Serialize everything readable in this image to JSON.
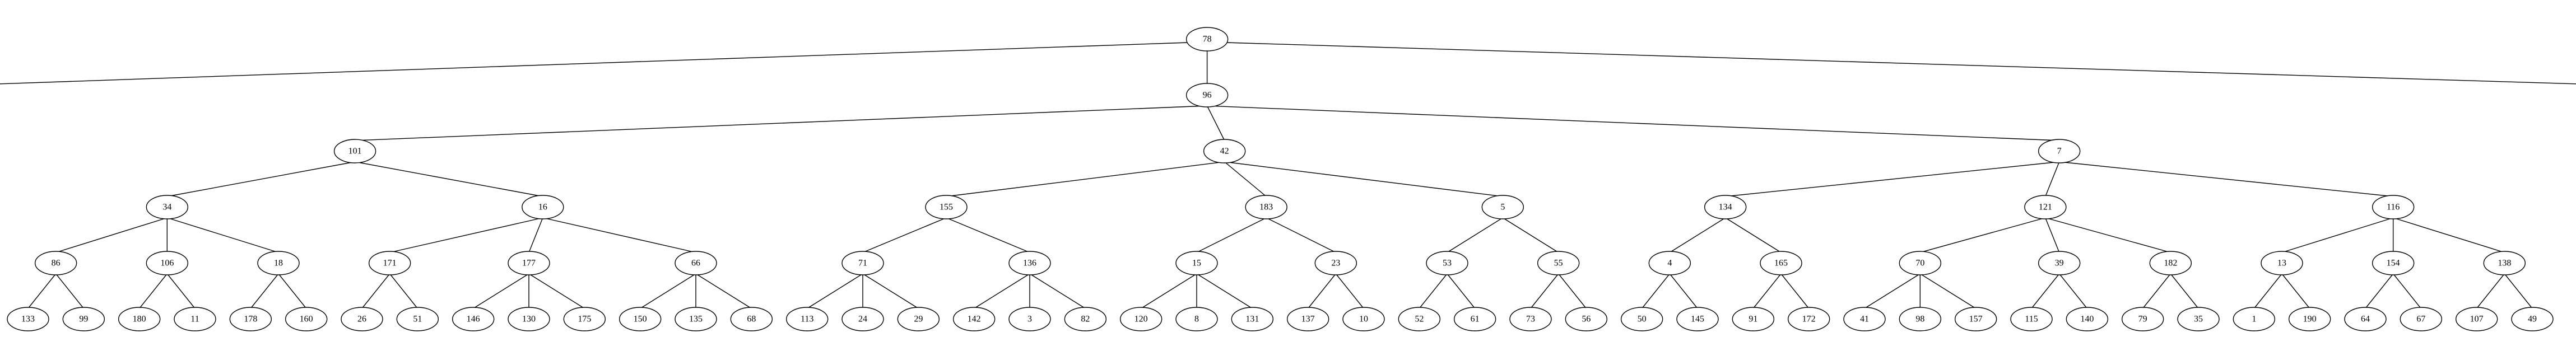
{
  "diagram": {
    "type": "tree",
    "root": {
      "label": "78",
      "children": [
        {
          "label": "96",
          "children": [
            {
              "label": "101",
              "children": [
                {
                  "label": "34",
                  "children": [
                    {
                      "label": "86",
                      "children": [
                        {
                          "label": "133"
                        },
                        {
                          "label": "99"
                        }
                      ]
                    },
                    {
                      "label": "106",
                      "children": [
                        {
                          "label": "180"
                        },
                        {
                          "label": "11"
                        }
                      ]
                    },
                    {
                      "label": "18",
                      "children": [
                        {
                          "label": "178"
                        },
                        {
                          "label": "160"
                        }
                      ]
                    }
                  ]
                },
                {
                  "label": "16",
                  "children": [
                    {
                      "label": "171",
                      "children": [
                        {
                          "label": "26"
                        },
                        {
                          "label": "51"
                        }
                      ]
                    },
                    {
                      "label": "177",
                      "children": [
                        {
                          "label": "146"
                        },
                        {
                          "label": "130"
                        },
                        {
                          "label": "175"
                        }
                      ]
                    },
                    {
                      "label": "66",
                      "children": [
                        {
                          "label": "150"
                        },
                        {
                          "label": "135"
                        },
                        {
                          "label": "68"
                        }
                      ]
                    }
                  ]
                }
              ]
            },
            {
              "label": "42",
              "children": [
                {
                  "label": "155",
                  "children": [
                    {
                      "label": "71",
                      "children": [
                        {
                          "label": "113"
                        },
                        {
                          "label": "24"
                        },
                        {
                          "label": "29"
                        }
                      ]
                    },
                    {
                      "label": "136",
                      "children": [
                        {
                          "label": "142"
                        },
                        {
                          "label": "3"
                        },
                        {
                          "label": "82"
                        }
                      ]
                    }
                  ]
                },
                {
                  "label": "183",
                  "children": [
                    {
                      "label": "15",
                      "children": [
                        {
                          "label": "120"
                        },
                        {
                          "label": "8"
                        },
                        {
                          "label": "131"
                        }
                      ]
                    },
                    {
                      "label": "23",
                      "children": [
                        {
                          "label": "137"
                        },
                        {
                          "label": "10"
                        }
                      ]
                    }
                  ]
                },
                {
                  "label": "5",
                  "children": [
                    {
                      "label": "53",
                      "children": [
                        {
                          "label": "52"
                        },
                        {
                          "label": "61"
                        }
                      ]
                    },
                    {
                      "label": "55",
                      "children": [
                        {
                          "label": "73"
                        },
                        {
                          "label": "56"
                        }
                      ]
                    }
                  ]
                }
              ]
            },
            {
              "label": "7",
              "children": [
                {
                  "label": "134",
                  "children": [
                    {
                      "label": "4",
                      "children": [
                        {
                          "label": "50"
                        },
                        {
                          "label": "145"
                        }
                      ]
                    },
                    {
                      "label": "165",
                      "children": [
                        {
                          "label": "91"
                        },
                        {
                          "label": "172"
                        }
                      ]
                    }
                  ]
                },
                {
                  "label": "121",
                  "children": [
                    {
                      "label": "70",
                      "children": [
                        {
                          "label": "41"
                        },
                        {
                          "label": "98"
                        },
                        {
                          "label": "157"
                        }
                      ]
                    },
                    {
                      "label": "39",
                      "children": [
                        {
                          "label": "115"
                        },
                        {
                          "label": "140"
                        }
                      ]
                    },
                    {
                      "label": "182",
                      "children": [
                        {
                          "label": "79"
                        },
                        {
                          "label": "35"
                        }
                      ]
                    }
                  ]
                },
                {
                  "label": "116",
                  "children": [
                    {
                      "label": "13",
                      "children": [
                        {
                          "label": "1"
                        },
                        {
                          "label": "190"
                        }
                      ]
                    },
                    {
                      "label": "154",
                      "children": [
                        {
                          "label": "64"
                        },
                        {
                          "label": "67"
                        }
                      ]
                    },
                    {
                      "label": "138",
                      "children": [
                        {
                          "label": "107"
                        },
                        {
                          "label": "49"
                        }
                      ]
                    }
                  ]
                }
              ]
            }
          ]
        }
      ]
    },
    "offscreen_edges": [
      "left",
      "right"
    ]
  }
}
